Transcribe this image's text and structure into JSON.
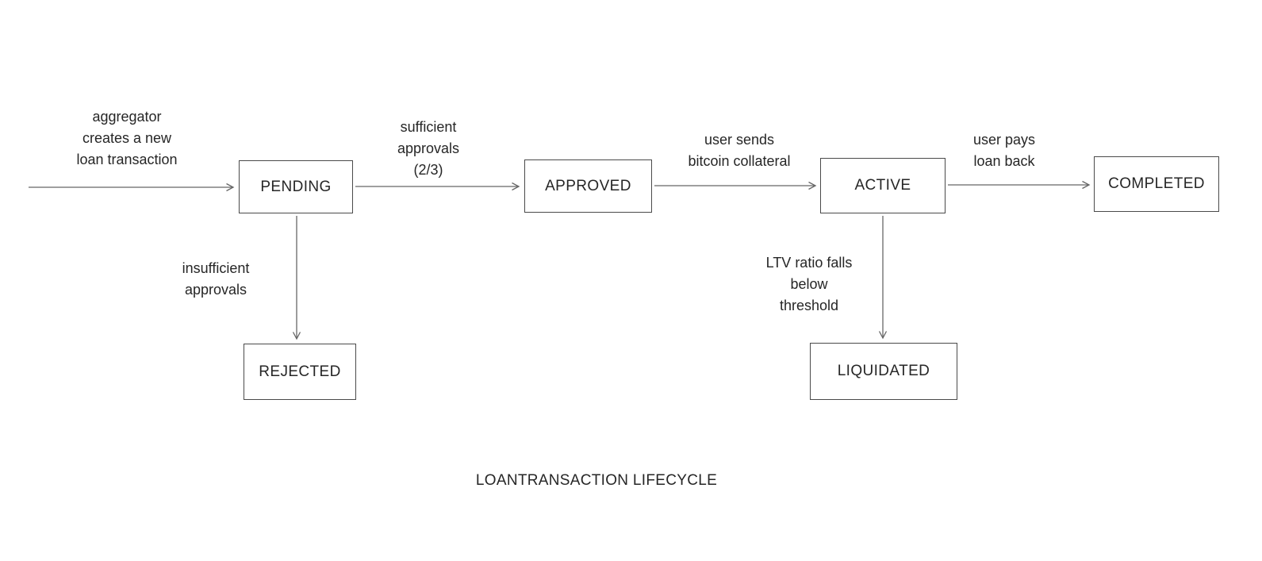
{
  "colors": {
    "ink": "#262626",
    "arrow_line": "#666666",
    "node_border": "#4a4a4a",
    "background": "#ffffff"
  },
  "diagram": {
    "title": "LOANTRANSACTION LIFECYCLE",
    "nodes": {
      "pending": "PENDING",
      "approved": "APPROVED",
      "active": "ACTIVE",
      "completed": "COMPLETED",
      "rejected": "REJECTED",
      "liquidated": "LIQUIDATED"
    },
    "edges": {
      "start_to_pending": "aggregator\ncreates a new\nloan transaction",
      "pending_to_approved": "sufficient\napprovals\n(2/3)",
      "approved_to_active": "user sends\nbitcoin collateral",
      "active_to_completed": "user pays\nloan back",
      "pending_to_rejected": "insufficient\napprovals",
      "active_to_liquidated": "LTV ratio falls\nbelow\nthreshold"
    }
  }
}
